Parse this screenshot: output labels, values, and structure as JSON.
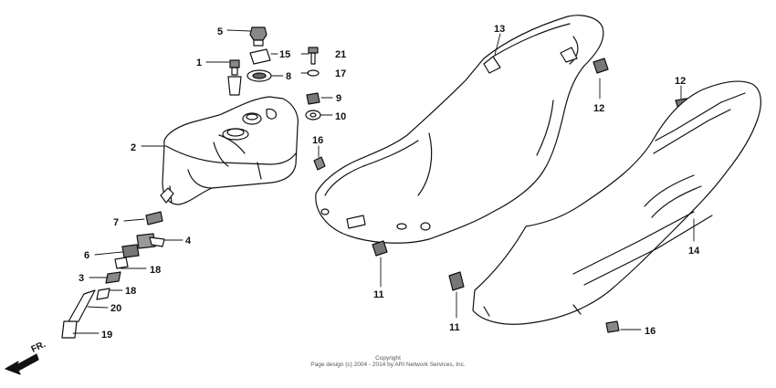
{
  "callouts": {
    "p1": "1",
    "p2": "2",
    "p3": "3",
    "p4": "4",
    "p5": "5",
    "p6": "6",
    "p7": "7",
    "p8": "8",
    "p9": "9",
    "p10": "10",
    "p11a": "11",
    "p11b": "11",
    "p12a": "12",
    "p12b": "12",
    "p13": "13",
    "p14": "14",
    "p15": "15",
    "p16a": "16",
    "p16b": "16",
    "p17": "17",
    "p18a": "18",
    "p18b": "18",
    "p19": "19",
    "p20": "20",
    "p21": "21"
  },
  "direction_label": "FR.",
  "copyright": {
    "title": "Copyright",
    "line": "Page design (c) 2004 - 2014 by ARI Network Services, Inc."
  },
  "colors": {
    "line": "#111111",
    "background": "#ffffff",
    "shade": "#d8d8d8"
  }
}
